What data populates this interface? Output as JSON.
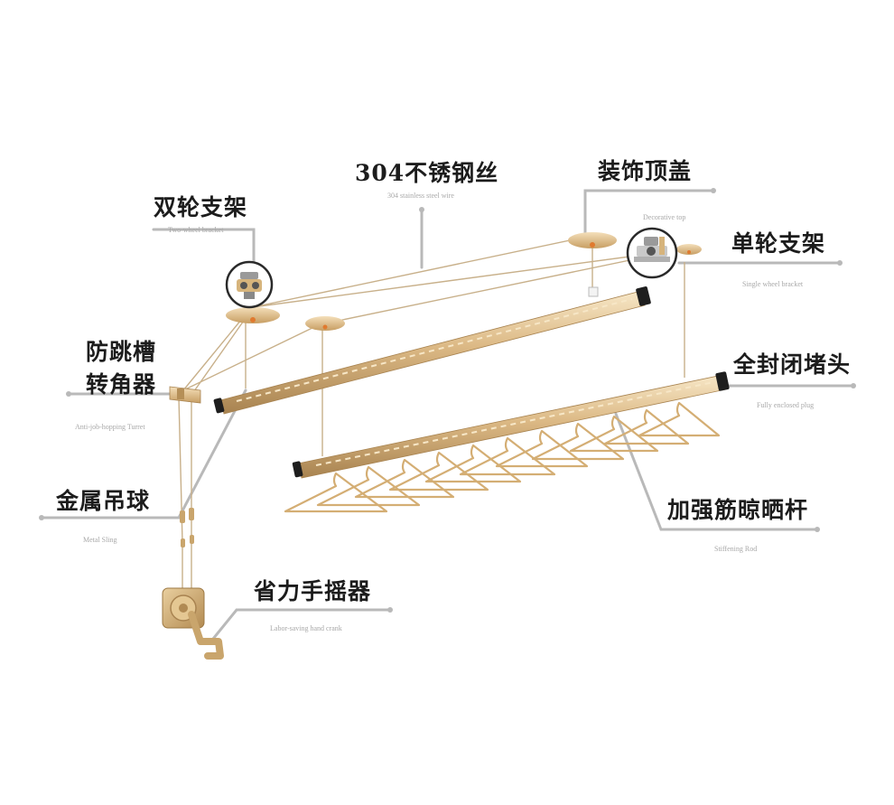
{
  "labels": {
    "two_wheel": {
      "zh": "双轮支架",
      "en": "Two-wheel bracket"
    },
    "wire": {
      "zh": "304不锈钢丝",
      "en": "304 stainless steel wire"
    },
    "top_cover": {
      "zh": "装饰顶盖",
      "en": "Decorative top"
    },
    "single_wheel": {
      "zh": "单轮支架",
      "en": "Single wheel bracket"
    },
    "anti_jump": {
      "zh1": "防跳槽",
      "zh2": "转角器",
      "en": "Anti-job-hopping Turret"
    },
    "plug": {
      "zh": "全封闭堵头",
      "en": "Fully enclosed plug"
    },
    "sling": {
      "zh": "金属吊球",
      "en": "Metal Sling"
    },
    "rod": {
      "zh": "加强筋晾晒杆",
      "en": "Stiffening Rod"
    },
    "crank": {
      "zh": "省力手摇器",
      "en": "Labor-saving hand crank"
    }
  },
  "colors": {
    "gold_light": "#f0d9b0",
    "gold": "#d9b57f",
    "gold_dark": "#a8834d",
    "leader": "#b9b9b9",
    "wire": "#c8b08a",
    "accent": "#e07a2f"
  }
}
